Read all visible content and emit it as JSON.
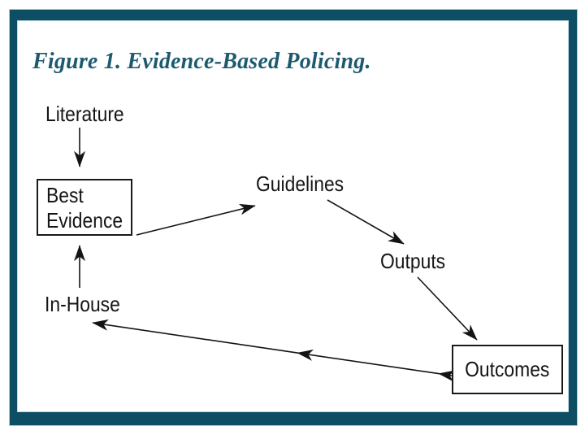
{
  "figure": {
    "title": "Figure 1. Evidence-Based Policing.",
    "nodes": {
      "literature": "Literature",
      "best_evidence": {
        "line1": "Best",
        "line2": "Evidence"
      },
      "guidelines": "Guidelines",
      "outputs": "Outputs",
      "in_house": "In-House",
      "outcomes": "Outcomes"
    },
    "edges": [
      {
        "from": "Literature",
        "to": "Best Evidence"
      },
      {
        "from": "Best Evidence",
        "to": "Guidelines"
      },
      {
        "from": "Guidelines",
        "to": "Outputs"
      },
      {
        "from": "Outputs",
        "to": "Outcomes"
      },
      {
        "from": "Outcomes",
        "to": "In-House"
      },
      {
        "from": "In-House",
        "to": "Best Evidence"
      }
    ],
    "colors": {
      "frame_border": "#0e4e64",
      "title": "#1d5a6f",
      "diagram_ink": "#141414",
      "background": "#ffffff"
    }
  }
}
